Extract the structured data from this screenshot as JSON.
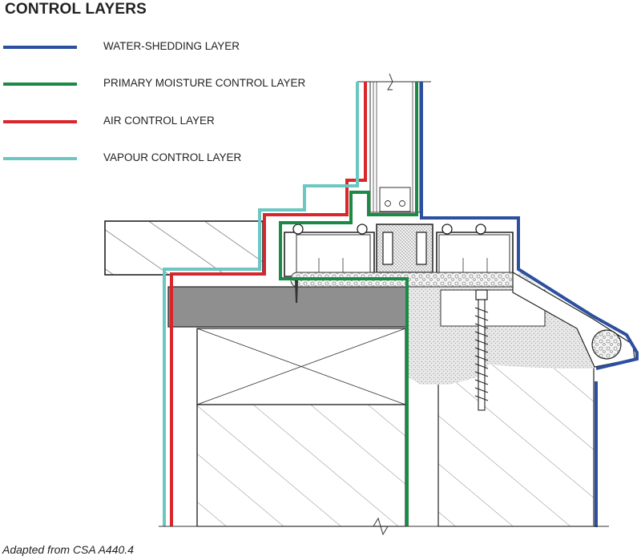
{
  "title": "CONTROL LAYERS",
  "legend": [
    {
      "label": "WATER-SHEDDING LAYER",
      "color": "#2c4f9e"
    },
    {
      "label": "PRIMARY MOISTURE CONTROL LAYER",
      "color": "#1a8a45"
    },
    {
      "label": "AIR CONTROL LAYER",
      "color": "#d9262b"
    },
    {
      "label": "VAPOUR CONTROL LAYER",
      "color": "#6cc7c2"
    }
  ],
  "caption": "Adapted from CSA A440.4"
}
